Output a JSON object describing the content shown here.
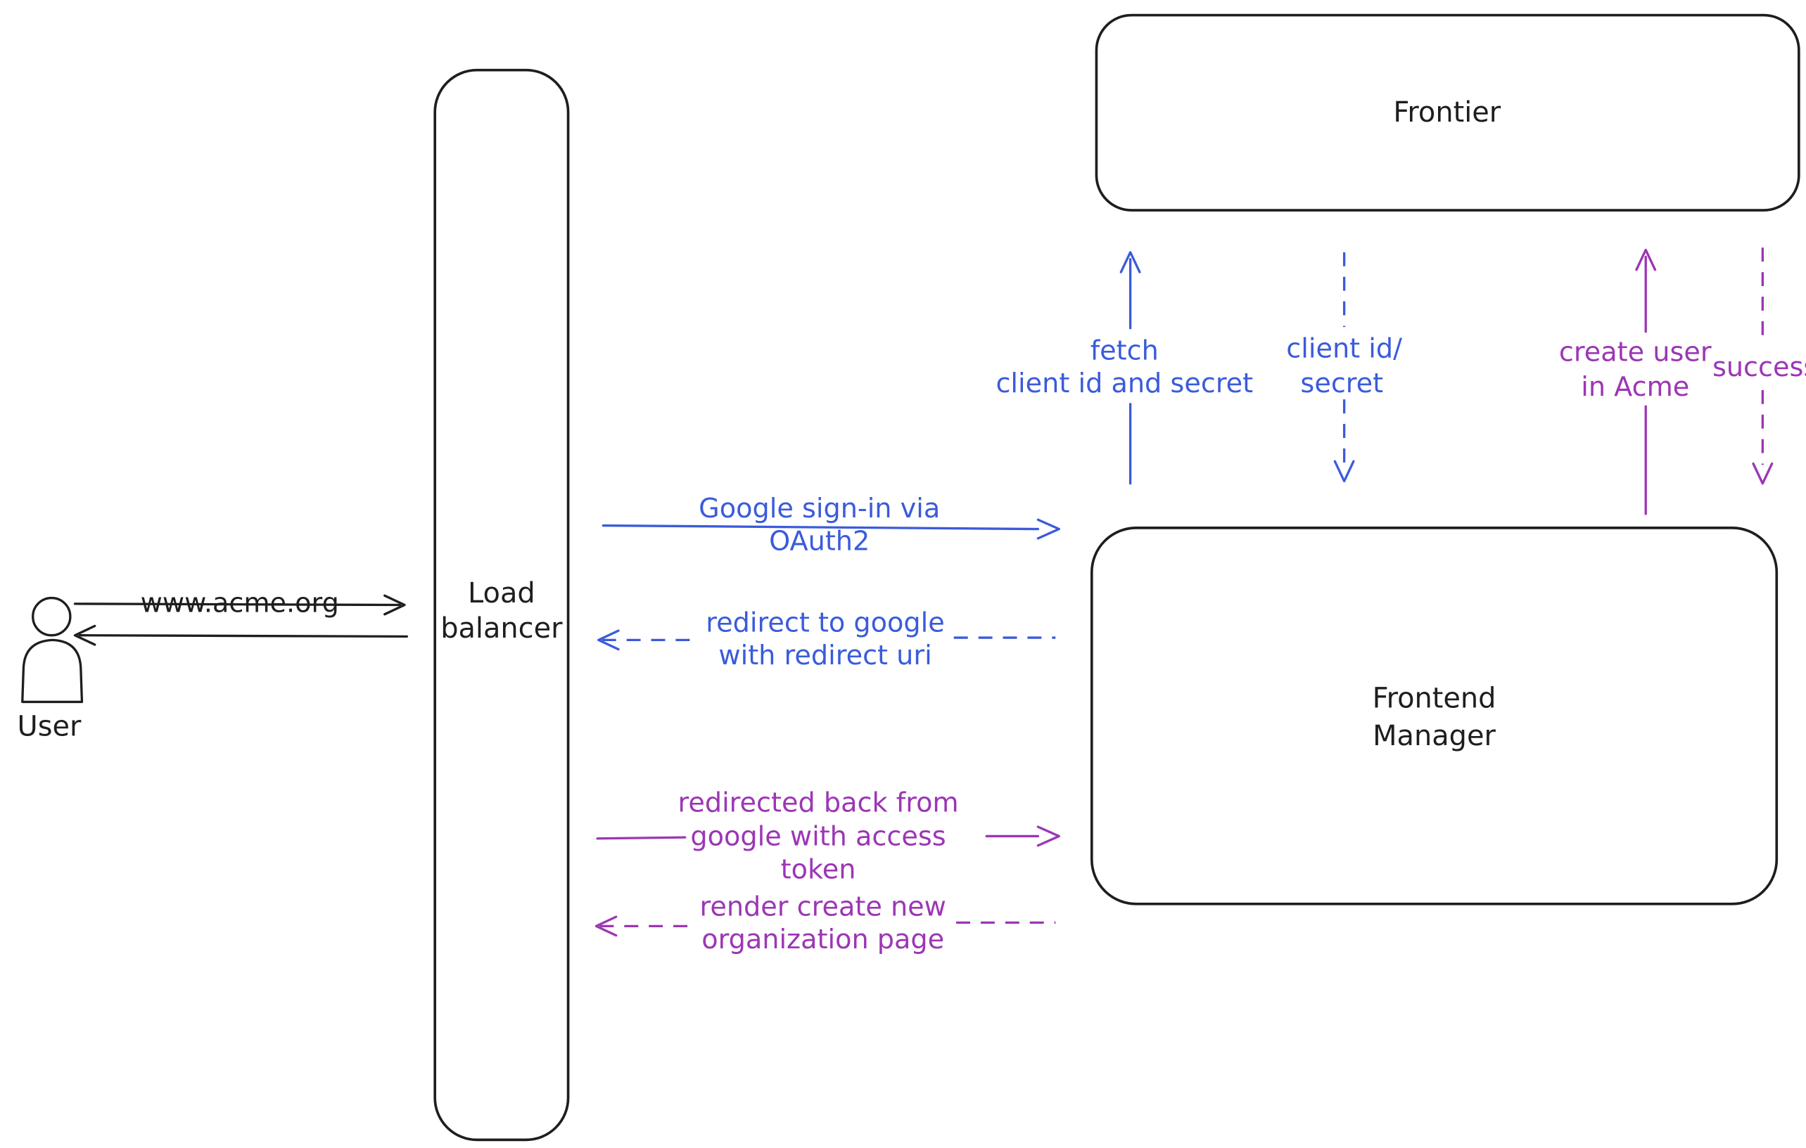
{
  "canvas": {
    "background": "#ffffff",
    "colors": {
      "ink": "#1e1e1e",
      "blue": "#3b5bdb",
      "purple": "#9c36b5"
    }
  },
  "nodes": {
    "user": {
      "label": "User"
    },
    "load_balancer": {
      "line1": "Load",
      "line2": "balancer"
    },
    "frontier": {
      "label": "Frontier"
    },
    "frontend_manager": {
      "line1": "Frontend",
      "line2": "Manager"
    }
  },
  "edges": {
    "www_acme": {
      "label": "www.acme.org"
    },
    "google_signin": {
      "line1": "Google sign-in via",
      "line2": "OAuth2"
    },
    "redirect_google": {
      "line1": "redirect to google",
      "line2": "with redirect uri"
    },
    "redirected_back": {
      "line1": "redirected back from",
      "line2": "google with access",
      "line3": "token"
    },
    "render_create": {
      "line1": "render create new",
      "line2": "organization page"
    },
    "fetch_secret": {
      "line1": "fetch",
      "line2": "client id and secret"
    },
    "client_id_secret": {
      "line1": "client id/",
      "line2": "secret"
    },
    "create_user": {
      "line1": "create user",
      "line2": "in Acme"
    },
    "success": {
      "label": "success"
    }
  }
}
